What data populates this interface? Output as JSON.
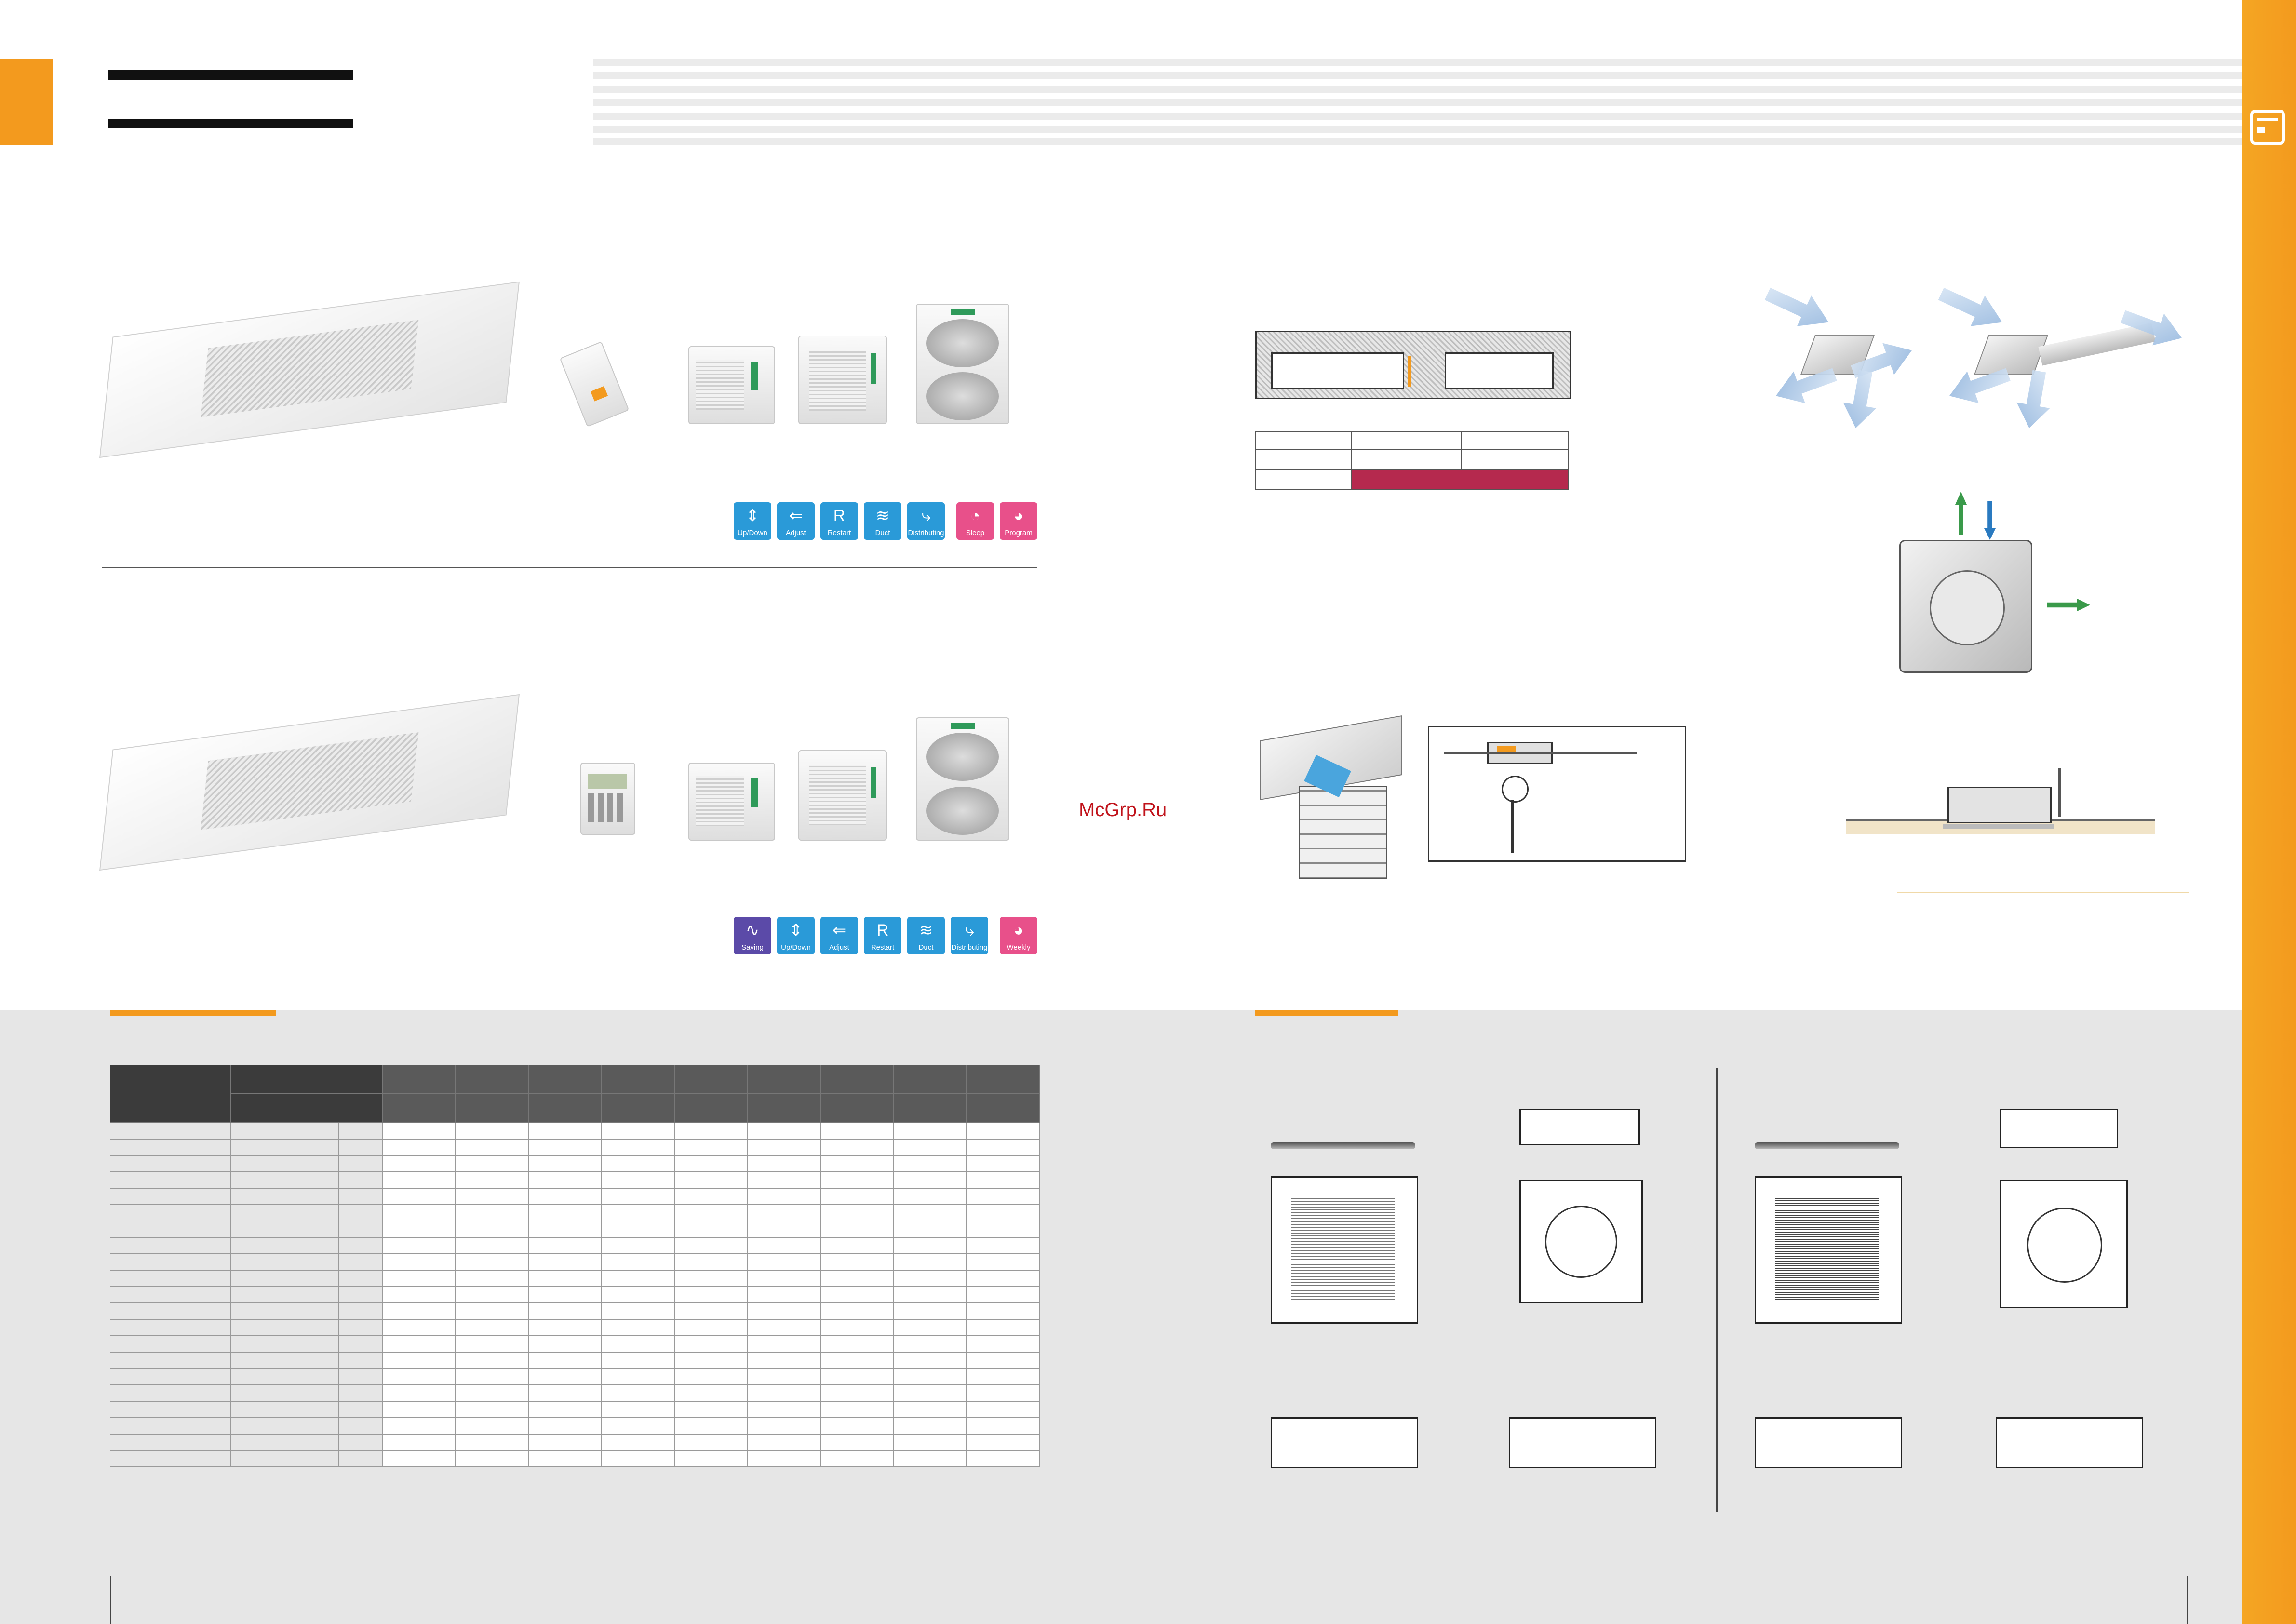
{
  "watermark": "McGrp.Ru",
  "features_row1": [
    {
      "label": "Up/Down",
      "icon": "up-down-icon",
      "color": "#2a9ad8"
    },
    {
      "label": "Adjust",
      "icon": "adjust-icon",
      "color": "#2a9ad8"
    },
    {
      "label": "Restart",
      "icon": "restart-icon",
      "color": "#2a9ad8"
    },
    {
      "label": "Duct",
      "icon": "duct-icon",
      "color": "#2a9ad8"
    },
    {
      "label": "Distributing",
      "icon": "distributing-icon",
      "color": "#2a9ad8"
    },
    {
      "label": "Sleep",
      "icon": "sleep-icon",
      "color": "#e8508a"
    },
    {
      "label": "Program",
      "icon": "program-icon",
      "color": "#e8508a"
    }
  ],
  "features_row2": [
    {
      "label": "Saving",
      "icon": "saving-icon",
      "color": "#5b4aa8"
    },
    {
      "label": "Up/Down",
      "icon": "up-down-icon",
      "color": "#2a9ad8"
    },
    {
      "label": "Adjust",
      "icon": "adjust-icon",
      "color": "#2a9ad8"
    },
    {
      "label": "Restart",
      "icon": "restart-icon",
      "color": "#2a9ad8"
    },
    {
      "label": "Duct",
      "icon": "duct-icon",
      "color": "#2a9ad8"
    },
    {
      "label": "Distributing",
      "icon": "distributing-icon",
      "color": "#2a9ad8"
    },
    {
      "label": "Weekly",
      "icon": "weekly-icon",
      "color": "#e8508a"
    }
  ],
  "colors": {
    "accent": "#f39a1e",
    "highlight": "#b5294e",
    "panel": "#e6e6e6"
  }
}
